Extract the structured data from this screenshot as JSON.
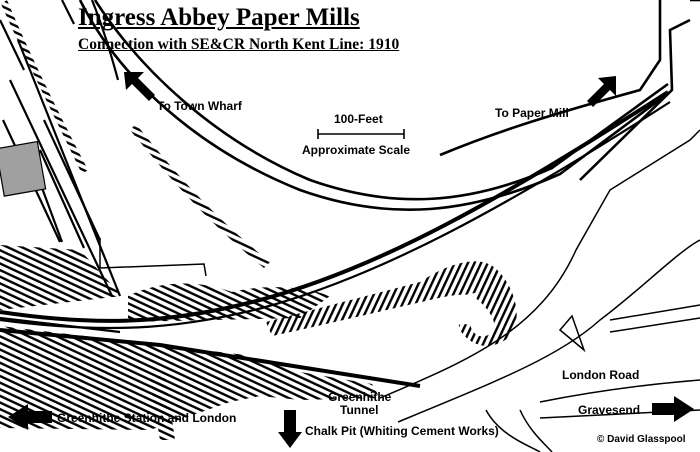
{
  "title": "Ingress Abbey Paper Mills",
  "subtitle": "Connection with SE&CR North Kent Line: 1910",
  "scale": {
    "distance": "100-Feet",
    "caption": "Approximate Scale"
  },
  "labels": {
    "town_wharf": "To Town Wharf",
    "paper_mill": "To Paper Mill",
    "london_road": "London Road",
    "tunnel_line1": "Greenhithe",
    "tunnel_line2": "Tunnel",
    "greenhithe_station": "Greenhithe Station and London",
    "chalk_pit": "Chalk Pit (Whiting Cement Works)",
    "gravesend": "Gravesend"
  },
  "copyright": "© David Glasspool",
  "icons": [
    "arrow-nw-icon",
    "arrow-ne-icon",
    "arrow-left-icon",
    "arrow-down-icon",
    "arrow-right-icon",
    "station-building-icon"
  ],
  "colors": {
    "ink": "#000000",
    "paper": "#ffffff",
    "building": "#a0a0a0"
  }
}
